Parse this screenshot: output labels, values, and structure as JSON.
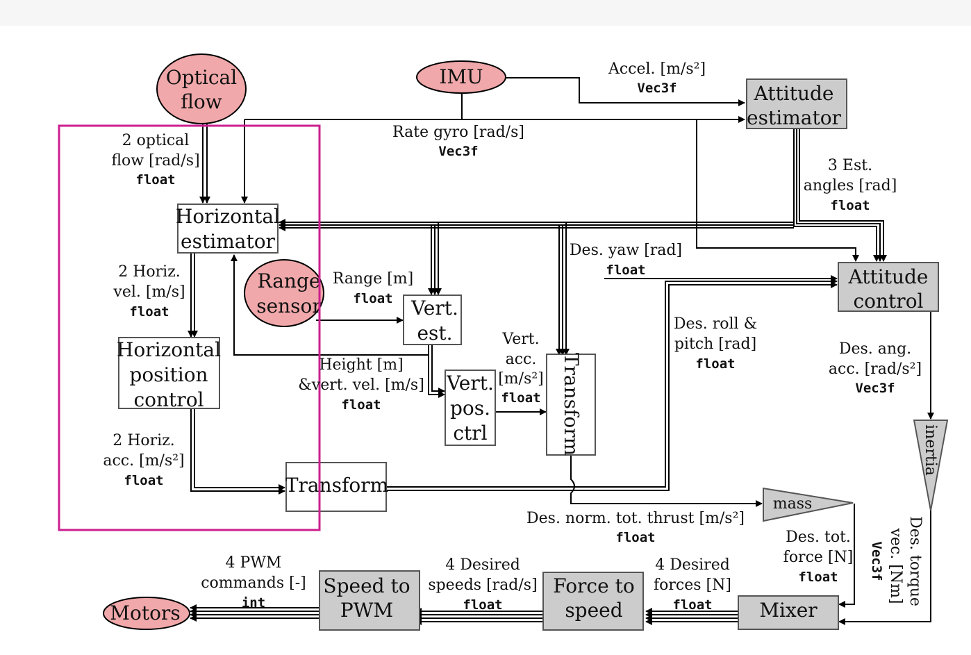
{
  "colors": {
    "sensor_fill": "#f0a8aa",
    "gray_block_fill": "#cccccc",
    "highlight_border": "#cc1f8f",
    "line": "#000000"
  },
  "nodes": {
    "optical_flow": [
      "Optical",
      "flow"
    ],
    "imu": [
      "IMU"
    ],
    "range_sensor": [
      "Range",
      "sensor"
    ],
    "motors": [
      "Motors"
    ],
    "attitude_estimator": [
      "Attitude",
      "estimator"
    ],
    "attitude_control": [
      "Attitude",
      "control"
    ],
    "horizontal_estimator": [
      "Horizontal",
      "estimator"
    ],
    "horizontal_position_control": [
      "Horizontal",
      "position",
      "control"
    ],
    "vert_est": [
      "Vert.",
      "est."
    ],
    "vert_pos_ctrl": [
      "Vert.",
      "pos.",
      "ctrl"
    ],
    "transform_vertical": [
      "Transform"
    ],
    "transform_horizontal": [
      "Transform"
    ],
    "inertia": [
      "inertia"
    ],
    "mass": [
      "mass"
    ],
    "mixer": [
      "Mixer"
    ],
    "force_to_speed": [
      "Force to",
      "speed"
    ],
    "speed_to_pwm": [
      "Speed to",
      "PWM"
    ]
  },
  "edges": {
    "accel": {
      "label": [
        "Accel. [m/s²]"
      ],
      "type": "Vec3f"
    },
    "rate_gyro": {
      "label": [
        "Rate gyro [rad/s]"
      ],
      "type": "Vec3f"
    },
    "optical_flow": {
      "label": [
        "2 optical",
        "flow [rad/s]"
      ],
      "type": "float"
    },
    "est_angles": {
      "label": [
        "3 Est.",
        "angles [rad]"
      ],
      "type": "float"
    },
    "horiz_vel": {
      "label": [
        "2 Horiz.",
        "vel. [m/s]"
      ],
      "type": "float"
    },
    "range": {
      "label": [
        "Range [m]"
      ],
      "type": "float"
    },
    "des_yaw": {
      "label": [
        "Des. yaw [rad]"
      ],
      "type": "float"
    },
    "des_roll_pitch": {
      "label": [
        "Des. roll &",
        "pitch [rad]"
      ],
      "type": "float"
    },
    "height_vel": {
      "label": [
        "Height [m]",
        "&vert. vel. [m/s]"
      ],
      "type": "float"
    },
    "vert_acc": {
      "label": [
        "Vert.",
        "acc.",
        "[m/s²]"
      ],
      "type": "float"
    },
    "des_ang_acc": {
      "label": [
        "Des. ang.",
        "acc. [rad/s²]"
      ],
      "type": "Vec3f"
    },
    "horiz_acc": {
      "label": [
        "2 Horiz.",
        "acc. [m/s²]"
      ],
      "type": "float"
    },
    "des_norm_thrust": {
      "label": [
        "Des. norm. tot. thrust [m/s²]"
      ],
      "type": "float"
    },
    "des_tot_force": {
      "label": [
        "Des. tot.",
        "force [N]"
      ],
      "type": "float"
    },
    "des_torque": {
      "label": [
        "Des. torque",
        "vec. [Nm]"
      ],
      "type": "Vec3f"
    },
    "pwm_commands": {
      "label": [
        "4 PWM",
        "commands [-]"
      ],
      "type": "int"
    },
    "desired_speeds": {
      "label": [
        "4 Desired",
        "speeds [rad/s]"
      ],
      "type": "float"
    },
    "desired_forces": {
      "label": [
        "4 Desired",
        "forces [N]"
      ],
      "type": "float"
    }
  }
}
